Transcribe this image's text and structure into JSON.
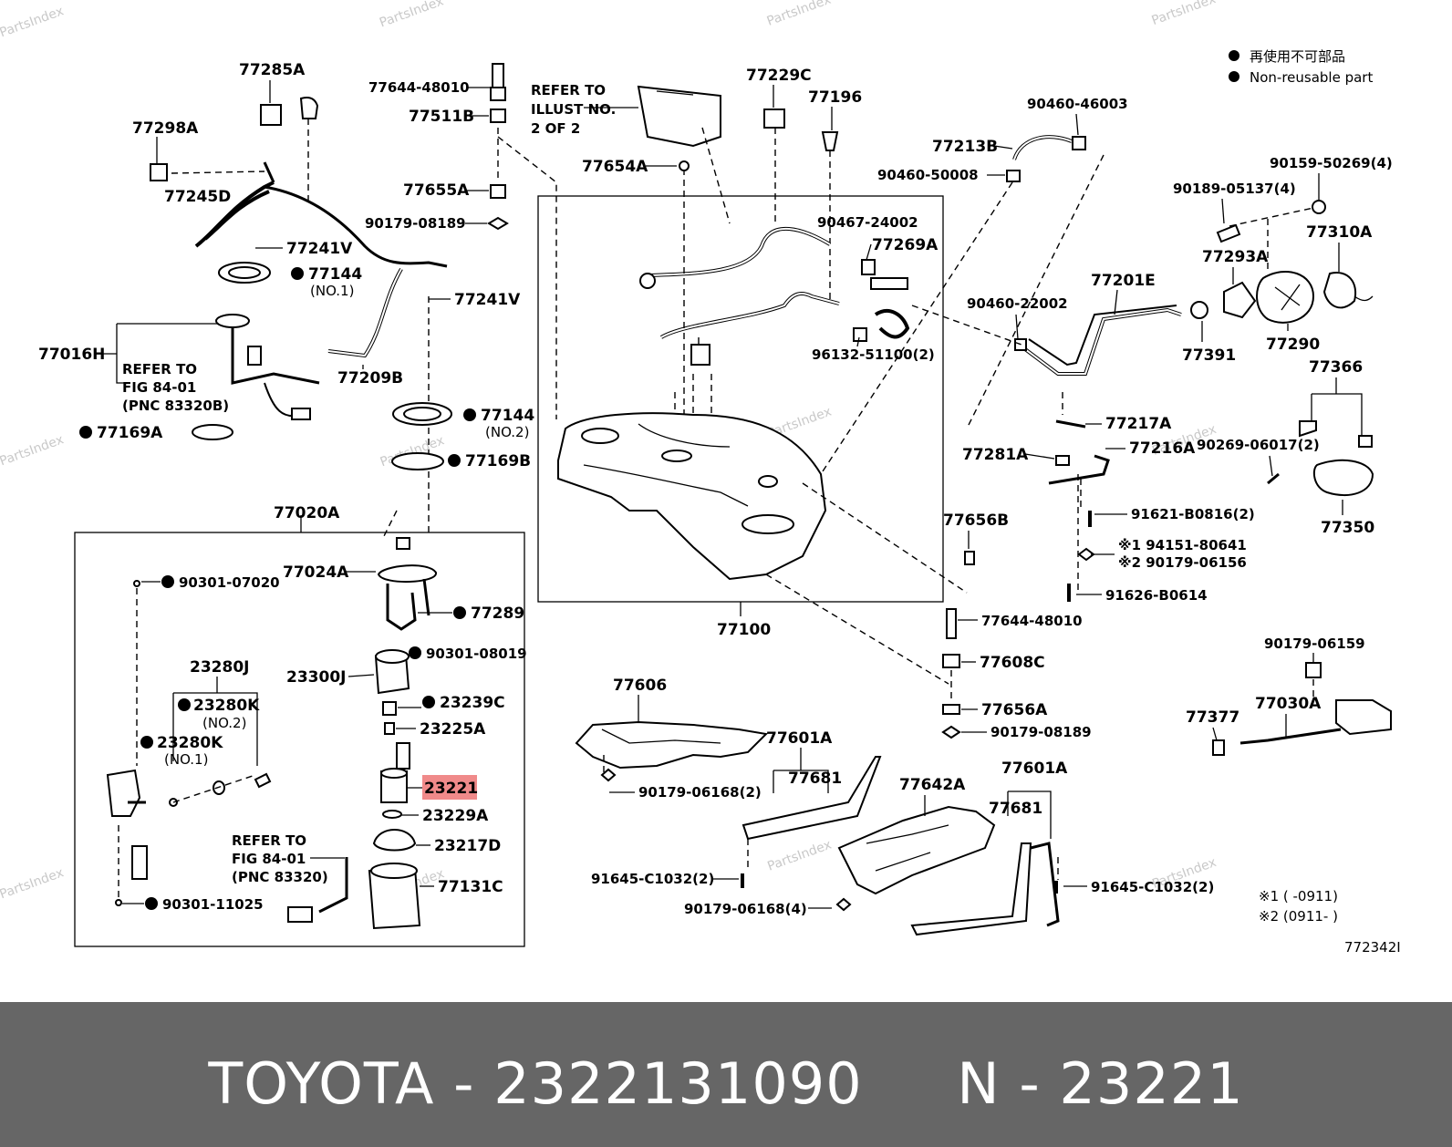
{
  "legend": {
    "jp": "再使用不可部品",
    "en": "Non-reusable part",
    "marker_color": "#000000"
  },
  "watermark": "PartsIndex",
  "highlight_color": "#f08a8a",
  "highlighted_part": "23221",
  "refs": {
    "illust": [
      "REFER TO",
      "ILLUST NO.",
      "2 OF 2"
    ],
    "fig_a": [
      "REFER TO",
      "FIG 84-01",
      "(PNC 83320B)"
    ],
    "fig_b": [
      "REFER TO",
      "FIG 84-01",
      "(PNC 83320)"
    ]
  },
  "notes": {
    "n1": "※1 (      -0911)",
    "n2": "※2 (0911-      )",
    "diagram_id": "772342I"
  },
  "part_labels": {
    "p77285A": "77285A",
    "p77298A": "77298A",
    "p77245D": "77245D",
    "p77241V_a": "77241V",
    "p77144_a": "77144",
    "p77144_a_sub": "(NO.1)",
    "p77016H": "77016H",
    "p77169A": "77169A",
    "p77209B": "77209B",
    "p77241V_b": "77241V",
    "p77144_b": "77144",
    "p77144_b_sub": "(NO.2)",
    "p77169B": "77169B",
    "p77644_48010_a": "77644-48010",
    "p77511B": "77511B",
    "p77655A": "77655A",
    "p90179_08189_a": "90179-08189",
    "p77654A": "77654A",
    "p77229C": "77229C",
    "p77196": "77196",
    "p90467_24002": "90467-24002",
    "p77269A": "77269A",
    "p96132_51100": "96132-51100(2)",
    "p90460_46003": "90460-46003",
    "p77213B": "77213B",
    "p90460_50008": "90460-50008",
    "p90460_22002": "90460-22002",
    "p77201E": "77201E",
    "p90159_50269": "90159-50269(4)",
    "p90189_05137": "90189-05137(4)",
    "p77310A": "77310A",
    "p77293A": "77293A",
    "p77391": "77391",
    "p77290": "77290",
    "p77366": "77366",
    "p90269_06017": "90269-06017(2)",
    "p77350": "77350",
    "p77217A": "77217A",
    "p77281A": "77281A",
    "p77216A": "77216A",
    "p91621_B0816": "91621-B0816(2)",
    "p94151_80641": "※1 94151-80641",
    "p90179_06156": "※2 90179-06156",
    "p91626_B0614": "91626-B0614",
    "p77656B": "77656B",
    "p77644_48010_b": "77644-48010",
    "p77608C": "77608C",
    "p77656A": "77656A",
    "p90179_08189_b": "90179-08189",
    "p77100": "77100",
    "p90179_06159": "90179-06159",
    "p77377": "77377",
    "p77030A": "77030A",
    "p77020A": "77020A",
    "p77024A": "77024A",
    "p90301_07020": "90301-07020",
    "p77289": "77289",
    "p90301_08019": "90301-08019",
    "p23300J": "23300J",
    "p23280J": "23280J",
    "p23280K_2": "23280K",
    "p23280K_2_sub": "(NO.2)",
    "p23280K_1": "23280K",
    "p23280K_1_sub": "(NO.1)",
    "p23239C": "23239C",
    "p23225A": "23225A",
    "p23221": "23221",
    "p23229A": "23229A",
    "p23217D": "23217D",
    "p77131C": "77131C",
    "p90301_11025": "90301-11025",
    "p77606": "77606",
    "p90179_06168_2": "90179-06168(2)",
    "p77601A_a": "77601A",
    "p77681_a": "77681",
    "p91645_C1032_a": "91645-C1032(2)",
    "p90179_06168_4": "90179-06168(4)",
    "p77642A": "77642A",
    "p77601A_b": "77601A",
    "p77681_b": "77681",
    "p91645_C1032_b": "91645-C1032(2)"
  },
  "footer": {
    "brand": "TOYOTA",
    "separator": "-",
    "part_number": "2322131090",
    "n_label": "N",
    "n_separator": "-",
    "n_value": "23221"
  }
}
